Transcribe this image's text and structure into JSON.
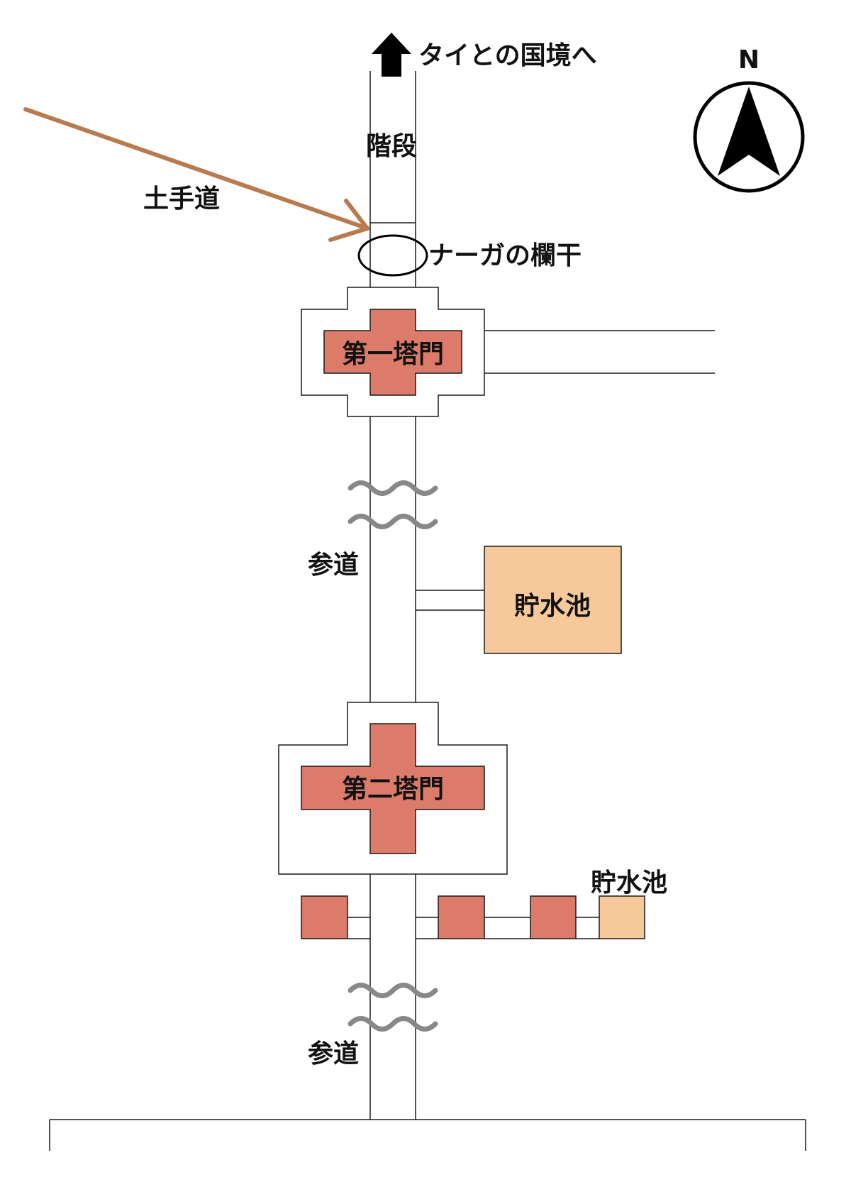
{
  "labels": {
    "north_direction": "タイとの国境へ",
    "stairs": "階段",
    "embankment_road": "土手道",
    "naga_balustrade": "ナーガの欄干",
    "gopura_1": "第一塔門",
    "approach_1": "参道",
    "reservoir_1": "貯水池",
    "gopura_2": "第二塔門",
    "reservoir_2": "貯水池",
    "approach_2": "参道"
  },
  "compass": {
    "letter": "N"
  },
  "colors": {
    "gopura": "#dc7b6a",
    "reservoir": "#f7c99a",
    "arrow": "#b87a4e",
    "wave": "#888888",
    "line": "#1a1a1a"
  },
  "icons": {
    "north_arrow": "arrow-up-icon",
    "compass": "compass-icon",
    "pointer": "arrow-pointer-icon"
  }
}
